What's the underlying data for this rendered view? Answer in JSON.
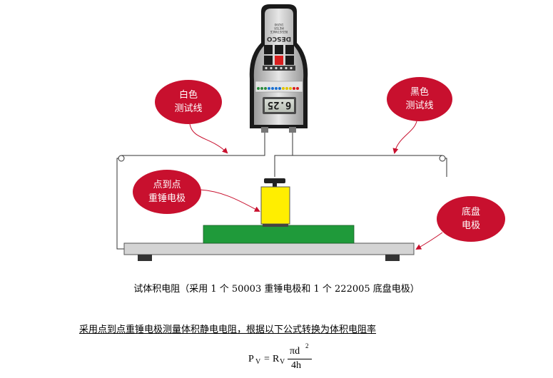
{
  "meter": {
    "brand": "DESCO",
    "model_lines": [
      "RESISTANCE",
      "METER",
      "19290"
    ],
    "display_value": "6.25"
  },
  "labels": {
    "white_lead": [
      "白色",
      "测试线"
    ],
    "black_lead": [
      "黑色",
      "测试线"
    ],
    "point_electrode": [
      "点到点",
      "重锤电极"
    ],
    "base_plate": [
      "底盘",
      "电极"
    ]
  },
  "caption": "试体积电阻（采用 1 个 50003 重锤电极和 1 个 222005 底盘电极）",
  "note": "采用点到点重锤电极测量体积静电电阻，根据以下公式转换为体积电阻率",
  "formula": {
    "lhs": "P",
    "lhs_sub": "V",
    "eq": "=",
    "rhs": "R",
    "rhs_sub": "V",
    "numerator": "πd",
    "numerator_sup": "2",
    "denominator": "4h"
  },
  "colors": {
    "bubble": "#c8102e",
    "weight": "#ffee00",
    "pad": "#1f9a3a",
    "base": "#d4d4d4"
  }
}
